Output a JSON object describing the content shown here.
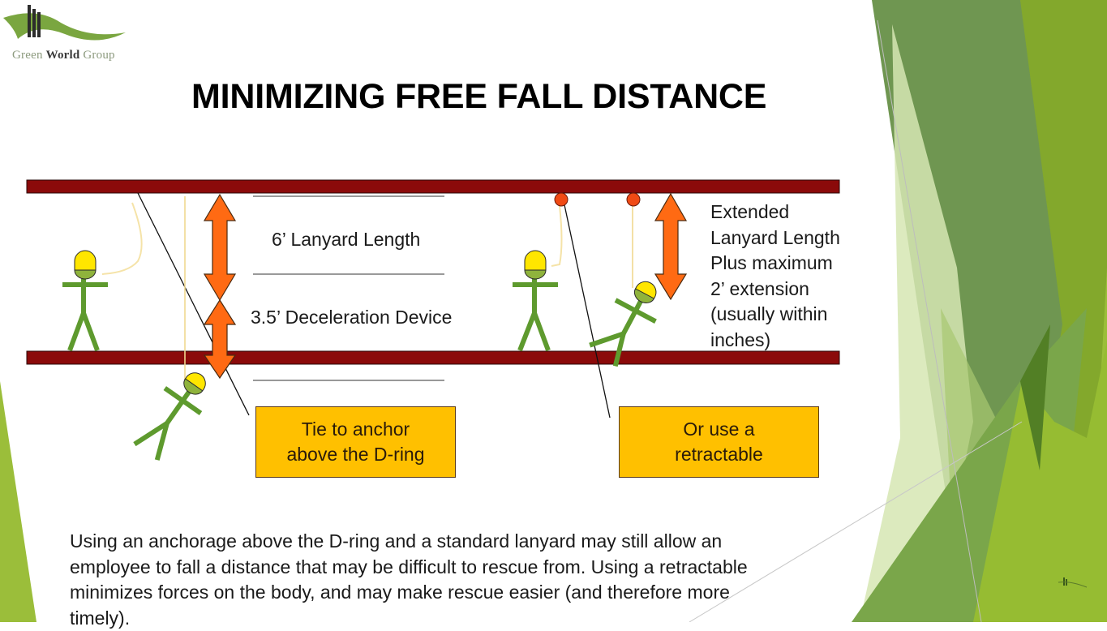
{
  "logo": {
    "part1": "Green ",
    "part2": "World",
    "part3": " Group"
  },
  "title": "MINIMIZING FREE FALL DISTANCE",
  "diagram": {
    "labels": {
      "lanyard_length": "6’ Lanyard Length",
      "deceleration_device": "3.5’ Deceleration Device"
    },
    "side_note": [
      "Extended",
      "Lanyard Length",
      "Plus maximum",
      "2’ extension",
      "(usually within",
      "inches)"
    ],
    "callouts": [
      {
        "lines": [
          "Tie to anchor",
          "above the D-ring"
        ]
      },
      {
        "lines": [
          "Or use a",
          "retractable"
        ]
      }
    ],
    "colors": {
      "beam": "#8b0a0a",
      "arrow": "#ff6a13",
      "callout": "#ffc000",
      "figure": "#5e9a2e",
      "hardhat": "#ffe600",
      "anchor_ring": "#f04a14"
    }
  },
  "body_text": "Using an anchorage above the D-ring and a standard lanyard may still allow an employee to fall a distance that may be difficult to rescue from. Using a retractable minimizes forces on the body, and may make rescue easier (and therefore more timely).",
  "theme": {
    "green_dark": "#6f9651",
    "green_mid": "#83a82c",
    "green_light": "#9bbe3a",
    "green_pale": "#d6e6b3"
  }
}
